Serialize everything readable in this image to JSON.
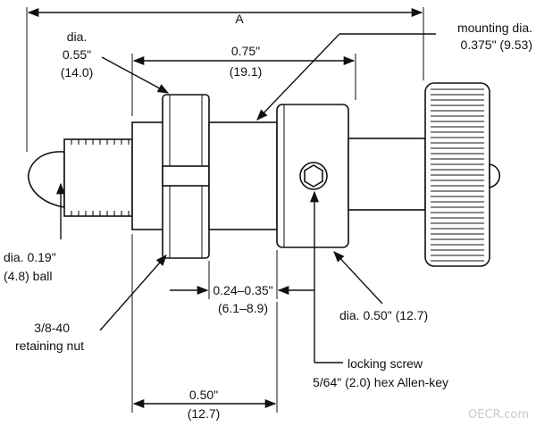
{
  "labels": {
    "overall_length": "A",
    "mounting_dia_line1": "mounting dia.",
    "mounting_dia_line2": "0.375\" (9.53)",
    "nut_dia_line1": "dia.",
    "nut_dia_line2": "0.55\"",
    "nut_dia_line3": "(14.0)",
    "body_length_line1": "0.75\"",
    "body_length_line2": "(19.1)",
    "ball_line1": "dia. 0.19\"",
    "ball_line2": "(4.8) ball",
    "nut_line1": "3/8-40",
    "nut_line2": "retaining nut",
    "gap_line1": "0.24–0.35\"",
    "gap_line2": "(6.1–8.9)",
    "collar_dia": "dia. 0.50\" (12.7)",
    "screw_line1": "locking screw",
    "screw_line2": "5/64\" (2.0) hex Allen-key",
    "thread_length_line1": "0.50\"",
    "thread_length_line2": "(12.7)",
    "watermark": "OECR.com"
  }
}
